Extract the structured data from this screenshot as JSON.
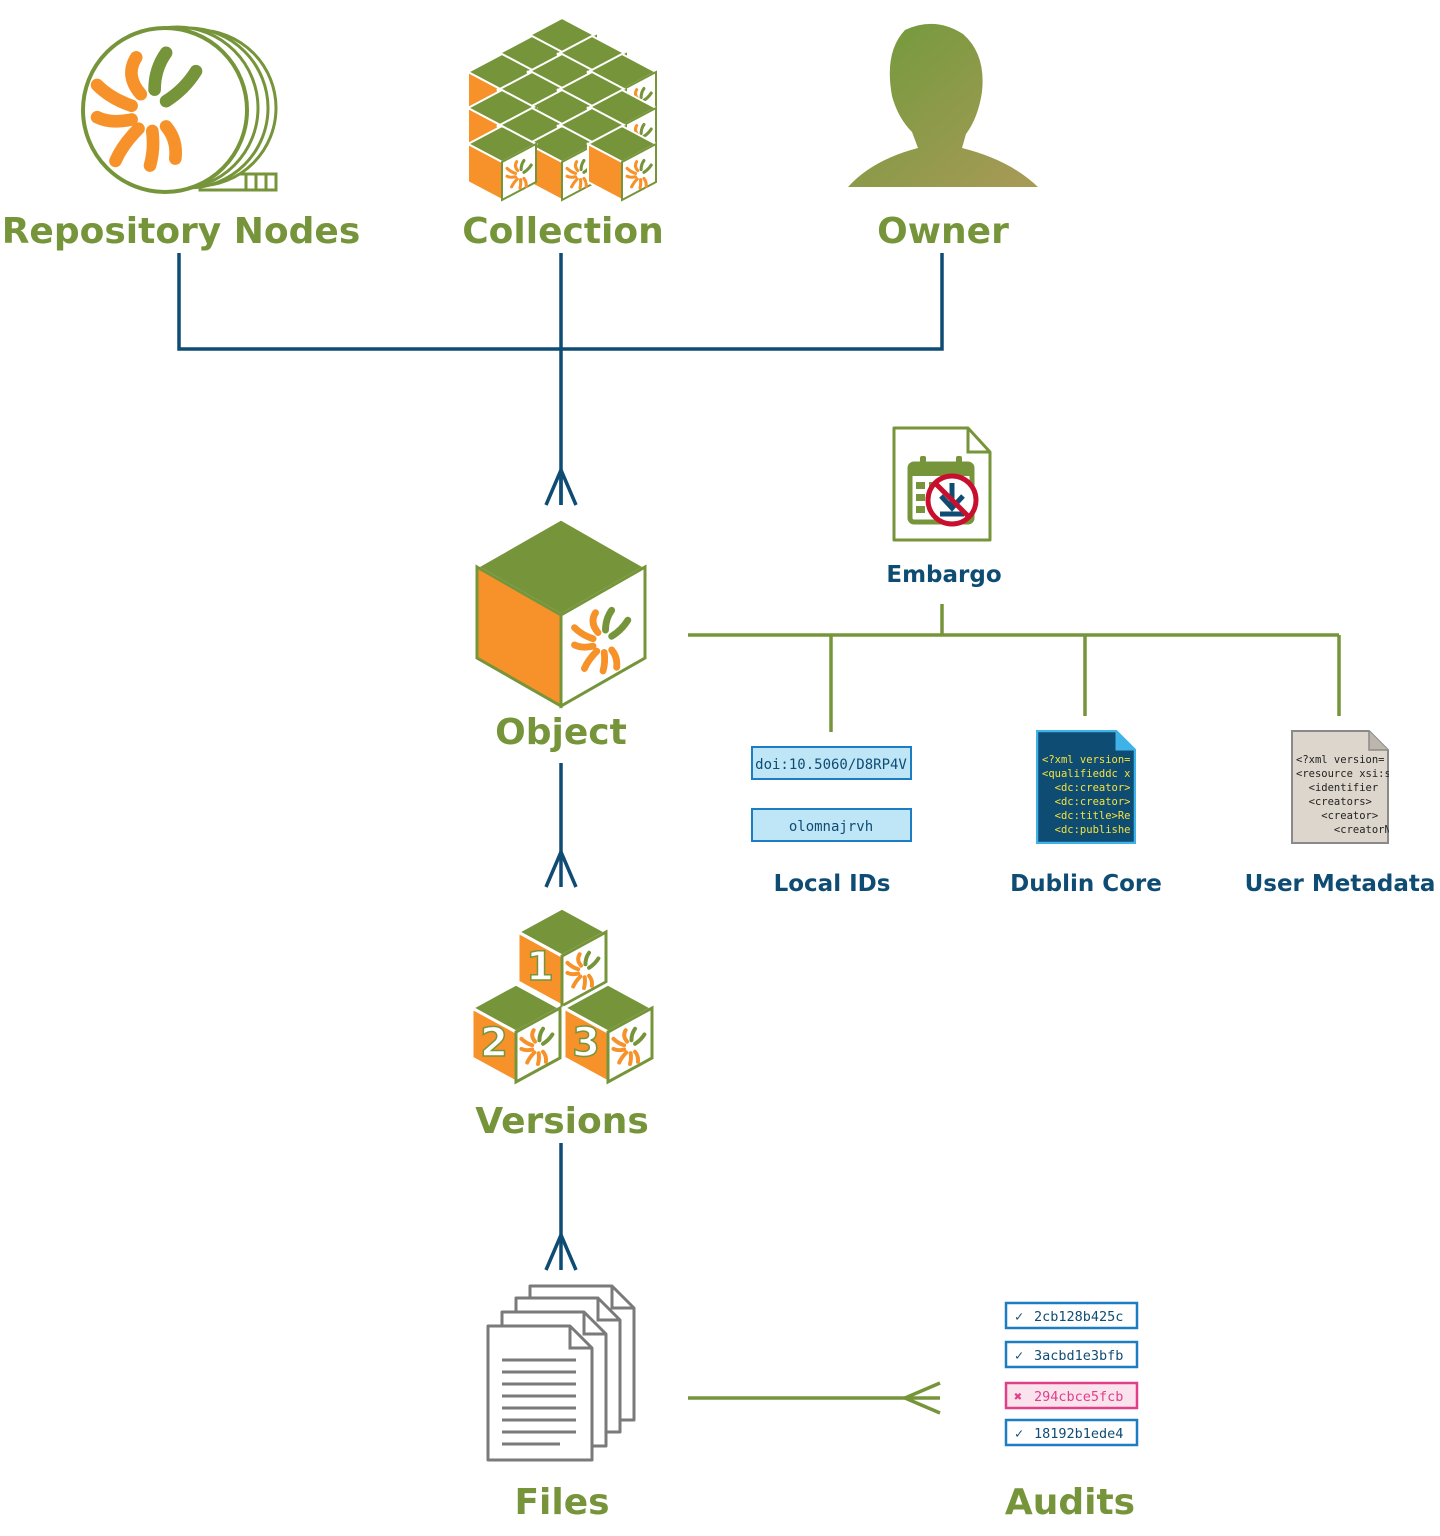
{
  "colors": {
    "green": "#76953a",
    "orange": "#f7922a",
    "navy": "#0f4c74",
    "light_blue": "#bfe6f7",
    "blue_border": "#1c7dc2",
    "pink": "#e0408a",
    "gray": "#7a7a7a"
  },
  "nodes": {
    "repository_nodes": {
      "label": "Repository Nodes",
      "icon": "storage-disk-icon"
    },
    "collection": {
      "label": "Collection",
      "icon": "cube-stack-icon"
    },
    "owner": {
      "label": "Owner",
      "icon": "person-silhouette-icon"
    },
    "object": {
      "label": "Object",
      "icon": "cube-icon"
    },
    "embargo": {
      "label": "Embargo",
      "icon": "embargo-calendar-icon"
    },
    "local_ids": {
      "label": "Local IDs",
      "ids": [
        "doi:10.5060/D8RP4V",
        "olomnajrvh"
      ]
    },
    "dublin_core": {
      "label": "Dublin Core",
      "xml_lines": [
        "<?xml version=",
        "<qualifieddc x",
        "  <dc:creator>",
        "  <dc:creator>",
        "  <dc:title>Re",
        "  <dc:publishe"
      ]
    },
    "user_metadata": {
      "label": "User Metadata",
      "xml_lines": [
        "<?xml version=",
        "<resource xsi:s",
        "  <identifier",
        "  <creators>",
        "    <creator>",
        "      <creatorN"
      ]
    },
    "versions": {
      "label": "Versions",
      "numbers": [
        "1",
        "2",
        "3"
      ]
    },
    "files": {
      "label": "Files",
      "icon": "documents-stack-icon"
    },
    "audits": {
      "label": "Audits",
      "checks": [
        {
          "mark": "✓",
          "hash": "2cb128b425c",
          "status": "pass"
        },
        {
          "mark": "✓",
          "hash": "3acbd1e3bfb",
          "status": "pass"
        },
        {
          "mark": "✖",
          "hash": "294cbce5fcb",
          "status": "fail"
        },
        {
          "mark": "✓",
          "hash": "18192b1ede4",
          "status": "pass"
        }
      ]
    }
  }
}
